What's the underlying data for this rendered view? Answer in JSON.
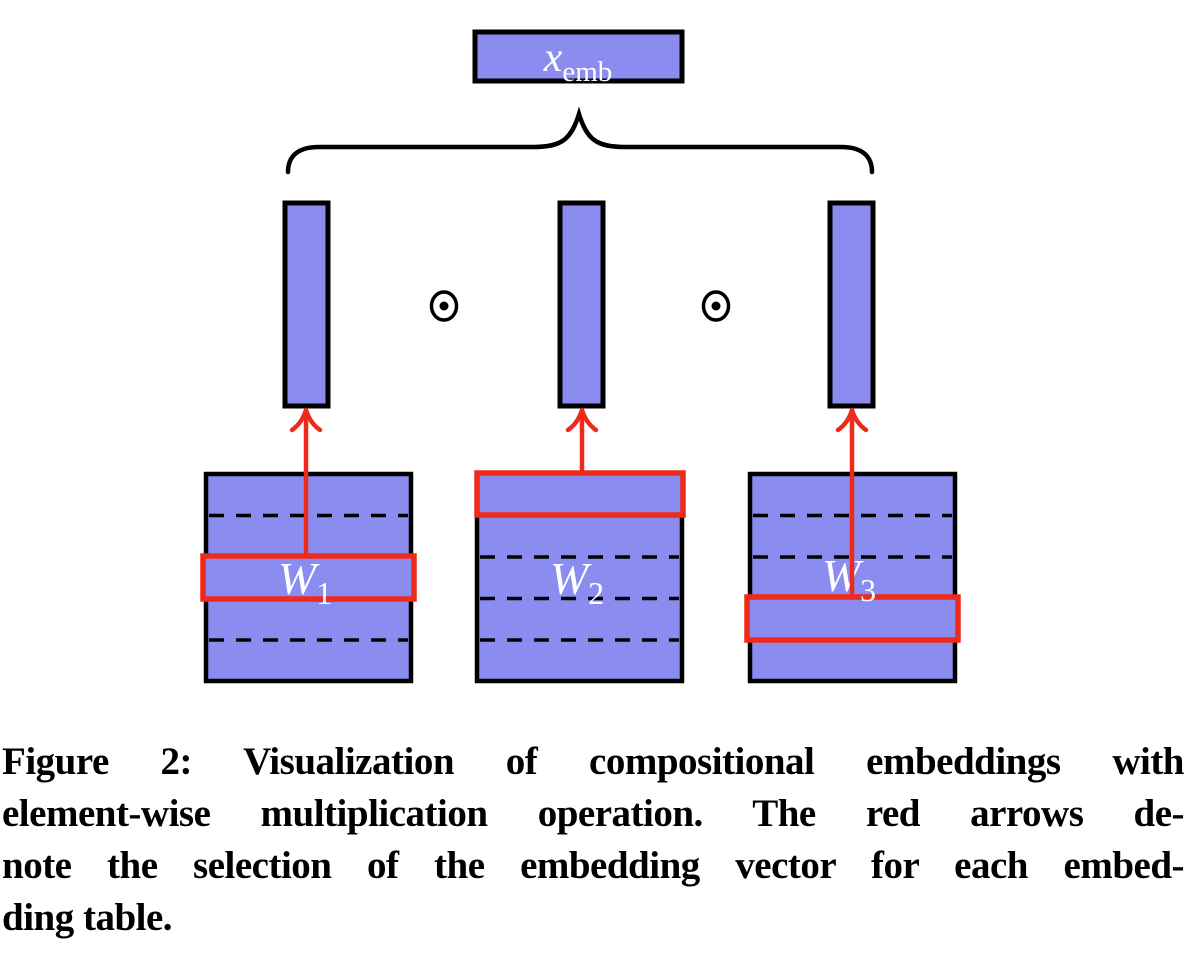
{
  "colors": {
    "blue": "#8b8cf0",
    "red": "#ee2b1a",
    "black": "#000000",
    "white-text": "#ffffff",
    "background": "#ffffff",
    "caption-text": "#000000"
  },
  "diagram": {
    "output_box": {
      "label": {
        "main": "x",
        "sub": "emb"
      }
    },
    "operators": [
      {
        "name": "element-wise-multiplication",
        "symbol": "⊙"
      },
      {
        "name": "element-wise-multiplication",
        "symbol": "⊙"
      }
    ],
    "embedding_vectors_count": "3",
    "tables": [
      {
        "label": {
          "main": "W",
          "sub": "1"
        },
        "rows": 5,
        "selected_row_index": 2
      },
      {
        "label": {
          "main": "W",
          "sub": "2"
        },
        "rows": 5,
        "selected_row_index": 0
      },
      {
        "label": {
          "main": "W",
          "sub": "3"
        },
        "rows": 5,
        "selected_row_index": 3
      }
    ]
  },
  "caption": {
    "lines": [
      "Figure 2: Visualization of compositional embeddings with",
      "element-wise multiplication operation. The red arrows de-",
      "note the selection of the embedding vector for each embed-",
      "ding table."
    ]
  }
}
